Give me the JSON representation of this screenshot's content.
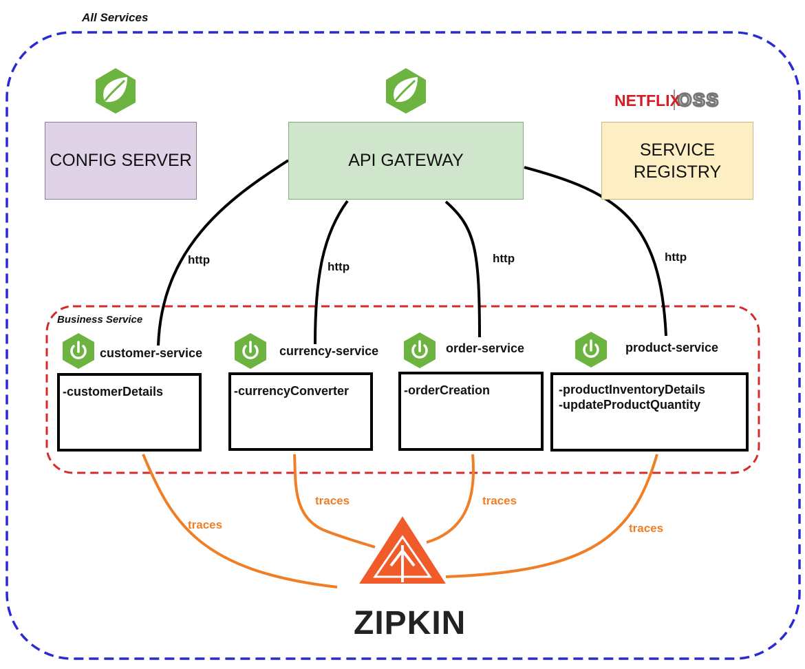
{
  "regions": {
    "all_services_label": "All Services",
    "business_service_label": "Business Service"
  },
  "boxes": {
    "config_server": "CONFIG SERVER",
    "api_gateway": "API GATEWAY",
    "service_registry_line1": "SERVICE",
    "service_registry_line2": "REGISTRY"
  },
  "logos": {
    "netflix": "NETFLIX",
    "oss": "OSS",
    "zipkin": "ZIPKIN",
    "spring_icon": "spring-leaf-icon",
    "power_icon": "spring-boot-power-icon"
  },
  "services": [
    {
      "name": "customer-service",
      "endpoints": [
        "-customerDetails"
      ]
    },
    {
      "name": "currency-service",
      "endpoints": [
        "-currencyConverter"
      ]
    },
    {
      "name": "order-service",
      "endpoints": [
        "-orderCreation"
      ]
    },
    {
      "name": "product-service",
      "endpoints": [
        "-productInventoryDetails",
        "-updateProductQuantity"
      ]
    }
  ],
  "connections": {
    "http": [
      "http",
      "http",
      "http",
      "http"
    ],
    "traces": [
      "traces",
      "traces",
      "traces",
      "traces"
    ]
  },
  "colors": {
    "all_services_border": "#2a2ad4",
    "business_border": "#d42a2a",
    "trace_line": "#f07e26",
    "spring_green": "#6db33f",
    "zipkin_orange": "#f15a29"
  }
}
